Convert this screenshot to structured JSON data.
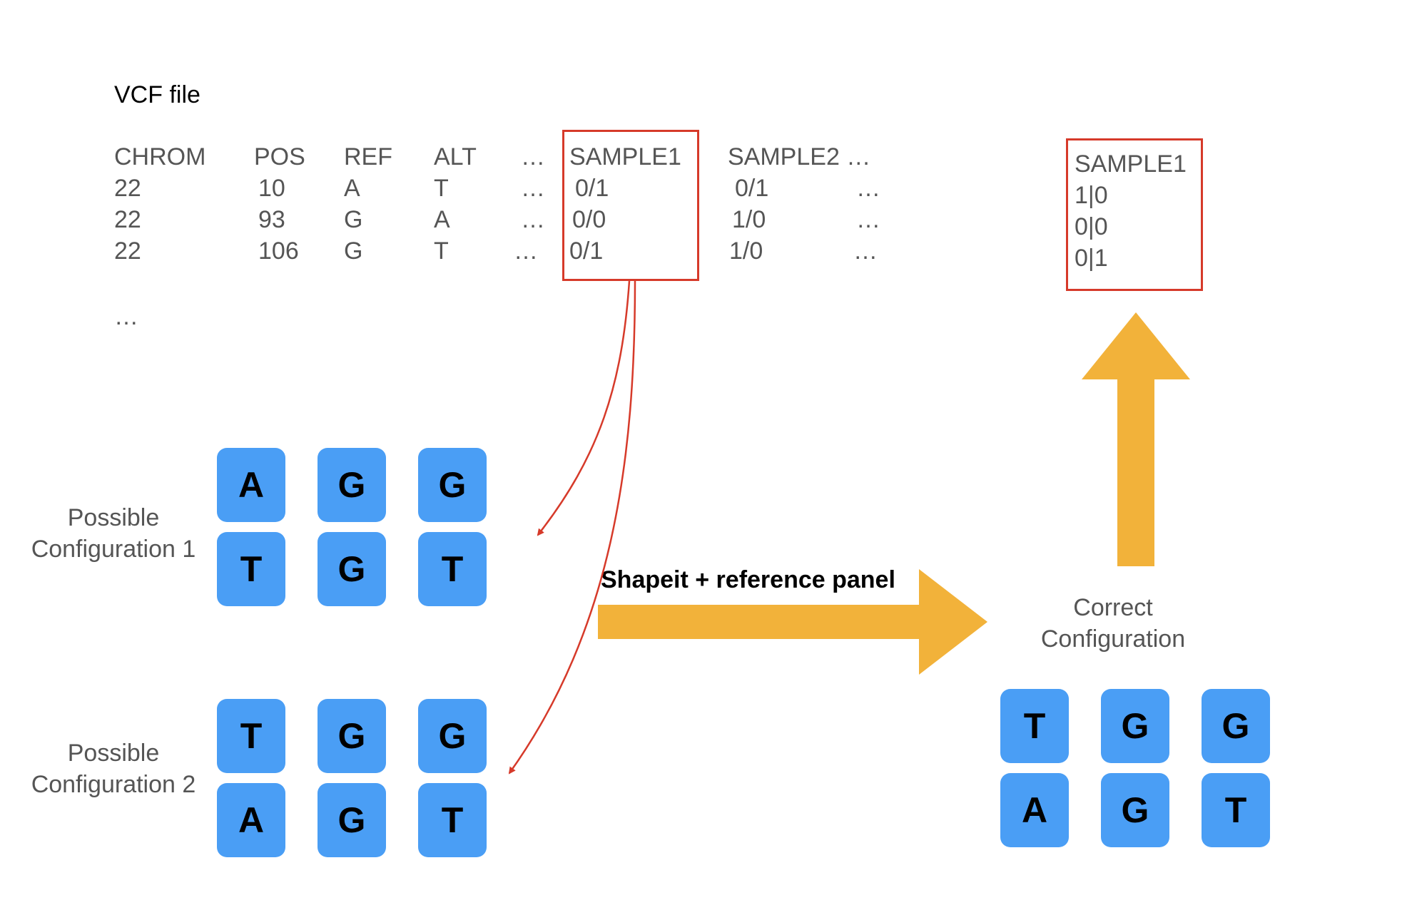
{
  "title": "VCF file",
  "vcf": {
    "headers": [
      "CHROM",
      "POS",
      "REF",
      "ALT",
      "…",
      "SAMPLE1",
      "SAMPLE2 …"
    ],
    "rows": [
      [
        "22",
        "10",
        "A",
        "T",
        "…",
        "0/1",
        "0/1",
        "…"
      ],
      [
        "22",
        "93",
        "G",
        "A",
        "…",
        "0/0",
        "1/0",
        "…"
      ],
      [
        "22",
        "106",
        "G",
        "T",
        "…",
        "0/1",
        "1/0",
        "…"
      ]
    ],
    "ellipsis": "…"
  },
  "phased": {
    "header": "SAMPLE1",
    "values": [
      "1|0",
      "0|0",
      "0|1"
    ]
  },
  "config1": {
    "label_line1": "Possible",
    "label_line2": "Configuration 1",
    "top": [
      "A",
      "G",
      "G"
    ],
    "bottom": [
      "T",
      "G",
      "T"
    ]
  },
  "config2": {
    "label_line1": "Possible",
    "label_line2": "Configuration 2",
    "top": [
      "T",
      "G",
      "G"
    ],
    "bottom": [
      "A",
      "G",
      "T"
    ]
  },
  "correct": {
    "label_line1": "Correct",
    "label_line2": "Configuration",
    "top": [
      "T",
      "G",
      "G"
    ],
    "bottom": [
      "A",
      "G",
      "T"
    ]
  },
  "arrow_label": "Shapeit + reference panel",
  "colors": {
    "tile": "#4a9ef5",
    "highlight": "#d63a2a",
    "arrow": "#f2b23a",
    "text": "#555555"
  }
}
